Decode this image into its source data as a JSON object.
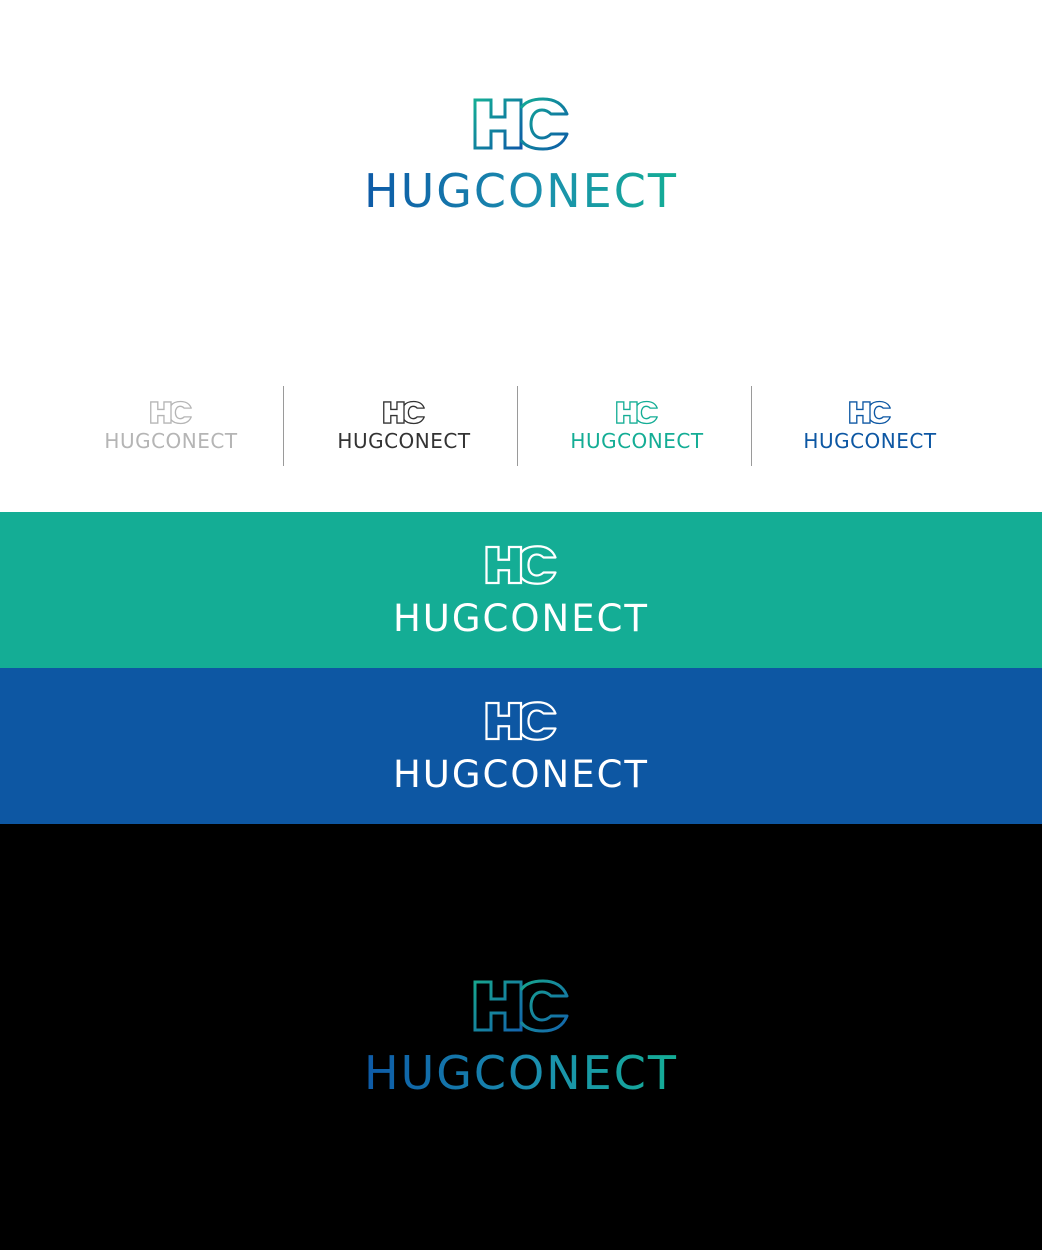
{
  "brand": {
    "name": "HUGCONECT",
    "monogram": "HC"
  },
  "colors": {
    "teal": "#14ad95",
    "blue": "#0d57a3",
    "gray": "#b5b5b5",
    "dark": "#333333",
    "black": "#000000",
    "white": "#ffffff"
  },
  "hero": {
    "wordmark": "HUGCONECT",
    "mark_icon": "hc-monogram-outline-icon"
  },
  "variants": [
    {
      "wordmark": "HUGCONECT",
      "color": "#b5b5b5",
      "mark_icon": "hc-monogram-outline-icon"
    },
    {
      "wordmark": "HUGCONECT",
      "color": "#333333",
      "mark_icon": "hc-monogram-outline-icon"
    },
    {
      "wordmark": "HUGCONECT",
      "color": "#14ad95",
      "mark_icon": "hc-monogram-outline-icon"
    },
    {
      "wordmark": "HUGCONECT",
      "color": "#0d57a3",
      "mark_icon": "hc-monogram-outline-icon"
    }
  ],
  "teal_band": {
    "wordmark": "HUGCONECT",
    "background": "#14ad95",
    "color": "#ffffff"
  },
  "blue_band": {
    "wordmark": "HUGCONECT",
    "background": "#0d57a3",
    "color": "#ffffff"
  },
  "black_band": {
    "wordmark": "HUGCONECT",
    "background": "#000000"
  }
}
